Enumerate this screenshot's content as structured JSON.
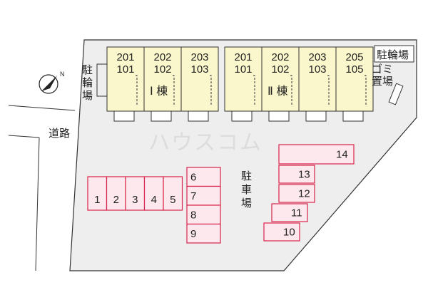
{
  "buildings": [
    {
      "label": "Ⅰ 棟",
      "units": [
        {
          "upper": "201",
          "lower": "101"
        },
        {
          "upper": "202",
          "lower": "102"
        },
        {
          "upper": "203",
          "lower": "103"
        }
      ]
    },
    {
      "label": "Ⅱ 棟",
      "units": [
        {
          "upper": "201",
          "lower": "101"
        },
        {
          "upper": "202",
          "lower": "102"
        },
        {
          "upper": "203",
          "lower": "103"
        },
        {
          "upper": "205",
          "lower": "105"
        }
      ]
    }
  ],
  "labels": {
    "bicycle_parking_left": "駐\n輪\n場",
    "bicycle_parking_right": "駐輪場",
    "garbage": "ゴミ\n置場",
    "road": "道路",
    "parking": "駐\n車\n場",
    "north_mark": "N",
    "watermark": "ハウスコム"
  },
  "parking_spaces": [
    "1",
    "2",
    "3",
    "4",
    "5",
    "6",
    "7",
    "8",
    "9",
    "10",
    "11",
    "12",
    "13",
    "14"
  ],
  "colors": {
    "lot_fill": "#eeeeee",
    "building_fill": "#fbf7cc",
    "parking_fill": "#fde8ee",
    "parking_stroke": "#d8244c"
  }
}
